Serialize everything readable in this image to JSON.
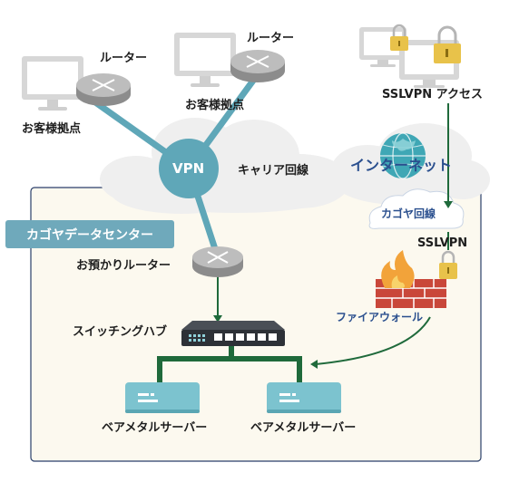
{
  "labels": {
    "router_left": "ルーター",
    "router_top": "ルーター",
    "site_left": "お客様拠点",
    "site_top": "お客様拠点",
    "sslvpn_access": "SSLVPN アクセス",
    "vpn": "VPN",
    "carrier_line": "キャリア回線",
    "internet": "インターネット",
    "kagoya_line": "カゴヤ回線",
    "datacenter": "カゴヤデータセンター",
    "sslvpn": "SSLVPN",
    "hosted_router": "お預かりルーター",
    "firewall": "ファイアウォール",
    "switching_hub": "スイッチングハブ",
    "server_left": "ベアメタルサーバー",
    "server_right": "ベアメタルサーバー"
  },
  "colors": {
    "teal_link": "#5fa7b8",
    "green_link": "#1f6a3b",
    "cloud": "#eeeeee",
    "datacenter_bg": "#fcf9ef",
    "badge": "#6fa9bb",
    "server": "#7cc3cf",
    "firewall": "#c9473a",
    "lock": "#e8c24a",
    "label_blue": "#2a4f8e"
  },
  "icons": [
    "monitor-icon",
    "router-icon",
    "lock-icon",
    "globe-icon",
    "firewall-icon",
    "switch-icon",
    "server-icon"
  ]
}
